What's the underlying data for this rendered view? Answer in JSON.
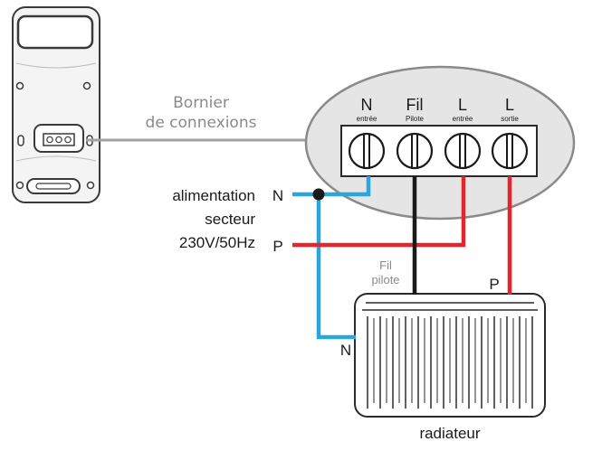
{
  "callout": {
    "line1": "Bornier",
    "line2": "de connexions"
  },
  "terminals": [
    {
      "letter": "N",
      "sub": "entrée"
    },
    {
      "letter": "Fil",
      "sub": "Pilote"
    },
    {
      "letter": "L",
      "sub": "entrée"
    },
    {
      "letter": "L",
      "sub": "sortie"
    }
  ],
  "supply": {
    "line1": "alimentation",
    "line2": "secteur",
    "line3": "230V/50Hz",
    "neutral_label": "N",
    "phase_label": "P"
  },
  "pilot_label": {
    "line1": "Fil",
    "line2": "pilote"
  },
  "radiator": {
    "label": "radiateur",
    "neutral_label": "N",
    "phase_label": "P"
  },
  "colors": {
    "neutral": "#2aa6dc",
    "phase": "#e4252d",
    "pilot": "#1a1a1a",
    "outline": "#333333",
    "callout": "#a0a0a0",
    "ellipse_fill": "#e5e5e5"
  }
}
